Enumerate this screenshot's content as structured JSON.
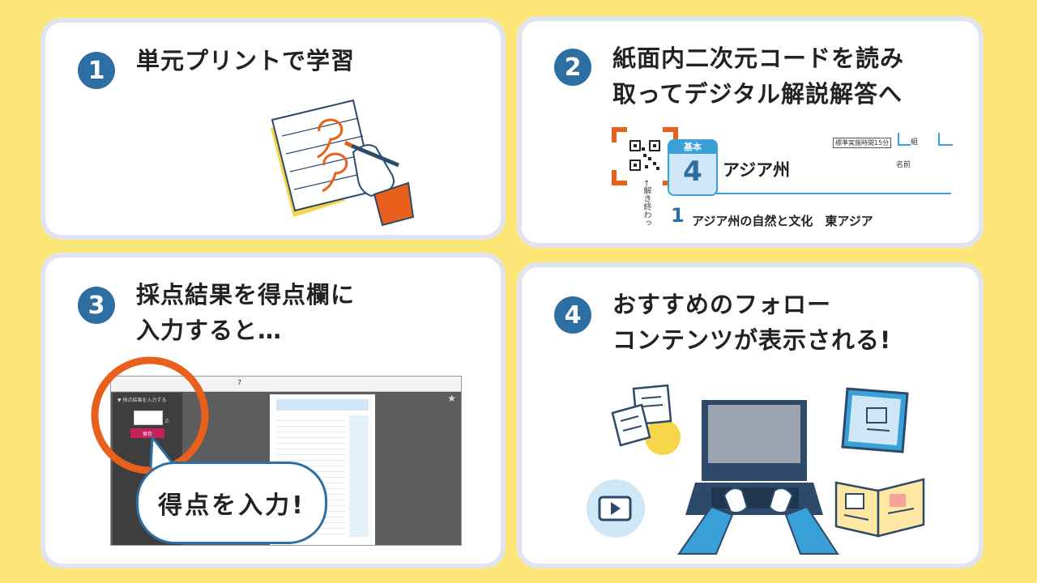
{
  "steps": [
    {
      "number": "1",
      "title_lines": [
        "単元プリントで学習"
      ]
    },
    {
      "number": "2",
      "title_lines": [
        "紙面内二次元コードを読み",
        "取ってデジタル解説解答へ"
      ]
    },
    {
      "number": "3",
      "title_lines": [
        "採点結果を得点欄に",
        "入力すると…"
      ]
    },
    {
      "number": "4",
      "title_lines": [
        "おすすめのフォロー",
        "コンテンツが表示される!"
      ]
    }
  ],
  "print_sample": {
    "level": "基本",
    "unit_no": "4",
    "unit_title": "アジア州",
    "time_label": "標準実施時間15分",
    "class_label": "組",
    "name_label": "名前",
    "vertical_note": "←解き終わっ",
    "section_no": "1",
    "section_title": "アジア州の自然と文化　東アジア"
  },
  "viewer": {
    "panel_title": "▼ 採点結果を入力する",
    "score_unit": "点",
    "submit_label": "保存",
    "page_number": "7",
    "bubble_text": "得点を入力!"
  },
  "colors": {
    "background": "#fde678",
    "badge": "#2d6fa3",
    "accent_orange": "#e8601c",
    "accent_blue": "#3aa0d8"
  }
}
